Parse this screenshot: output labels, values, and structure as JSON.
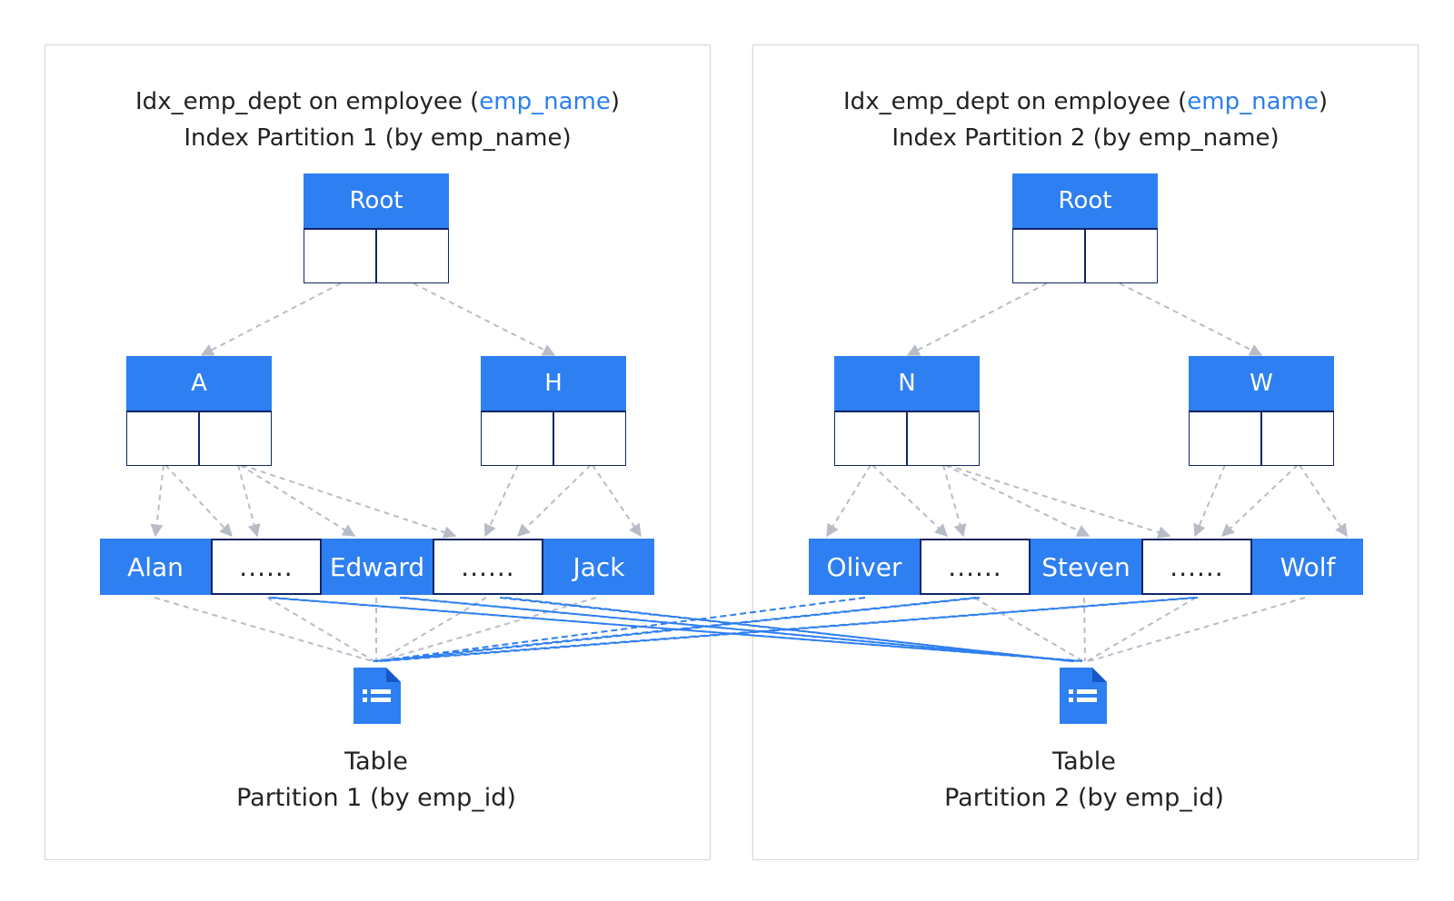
{
  "colors": {
    "accent": "#2e7ff1",
    "border": "#0f2566",
    "arrow": "#b8bcc7"
  },
  "panels": [
    {
      "title_prefix": "Idx_emp_dept on employee (",
      "title_field": "emp_name",
      "title_suffix": ")",
      "subtitle": "Index Partition 1 (by emp_name)",
      "root": "Root",
      "branches": [
        "A",
        "H"
      ],
      "leaves": [
        "Alan",
        "......",
        "Edward",
        "......",
        "Jack"
      ],
      "table_label": "Table",
      "table_partition": "Partition 1 (by emp_id)",
      "icon": "document-list-icon"
    },
    {
      "title_prefix": "Idx_emp_dept on employee (",
      "title_field": "emp_name",
      "title_suffix": ")",
      "subtitle": "Index Partition 2 (by emp_name)",
      "root": "Root",
      "branches": [
        "N",
        "W"
      ],
      "leaves": [
        "Oliver",
        "......",
        "Steven",
        "......",
        "Wolf"
      ],
      "table_label": "Table",
      "table_partition": "Partition 2 (by emp_id)",
      "icon": "document-list-icon"
    }
  ]
}
